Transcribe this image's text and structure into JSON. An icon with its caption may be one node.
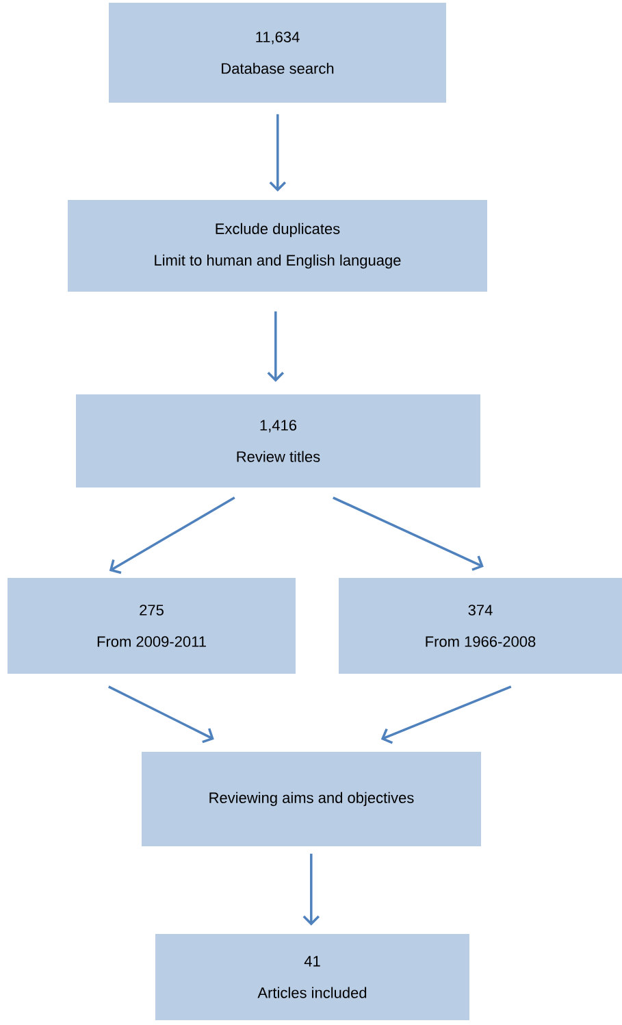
{
  "diagram": {
    "nodes": [
      {
        "text": [
          "11,634",
          "Database search"
        ]
      },
      {
        "text": [
          "Exclude duplicates",
          "Limit to human and English language"
        ]
      },
      {
        "text": [
          "1,416",
          "Review titles"
        ]
      },
      {
        "text": [
          "275",
          "From 2009-2011"
        ]
      },
      {
        "text": [
          "374",
          "From 1966-2008"
        ]
      },
      {
        "text": [
          "Reviewing aims and objectives"
        ]
      },
      {
        "text": [
          "41",
          "Articles included"
        ]
      }
    ],
    "edges": [
      {
        "from": 0,
        "to": 1,
        "arrow": "to"
      },
      {
        "from": 1,
        "to": 2,
        "arrow": "to"
      },
      {
        "from": 2,
        "to": 3,
        "arrow": "to"
      },
      {
        "from": 2,
        "to": 4,
        "arrow": "to"
      },
      {
        "from": 3,
        "to": 5,
        "arrow": "to"
      },
      {
        "from": 4,
        "to": 5,
        "arrow": "to"
      },
      {
        "from": 5,
        "to": 6,
        "arrow": "to"
      }
    ]
  }
}
